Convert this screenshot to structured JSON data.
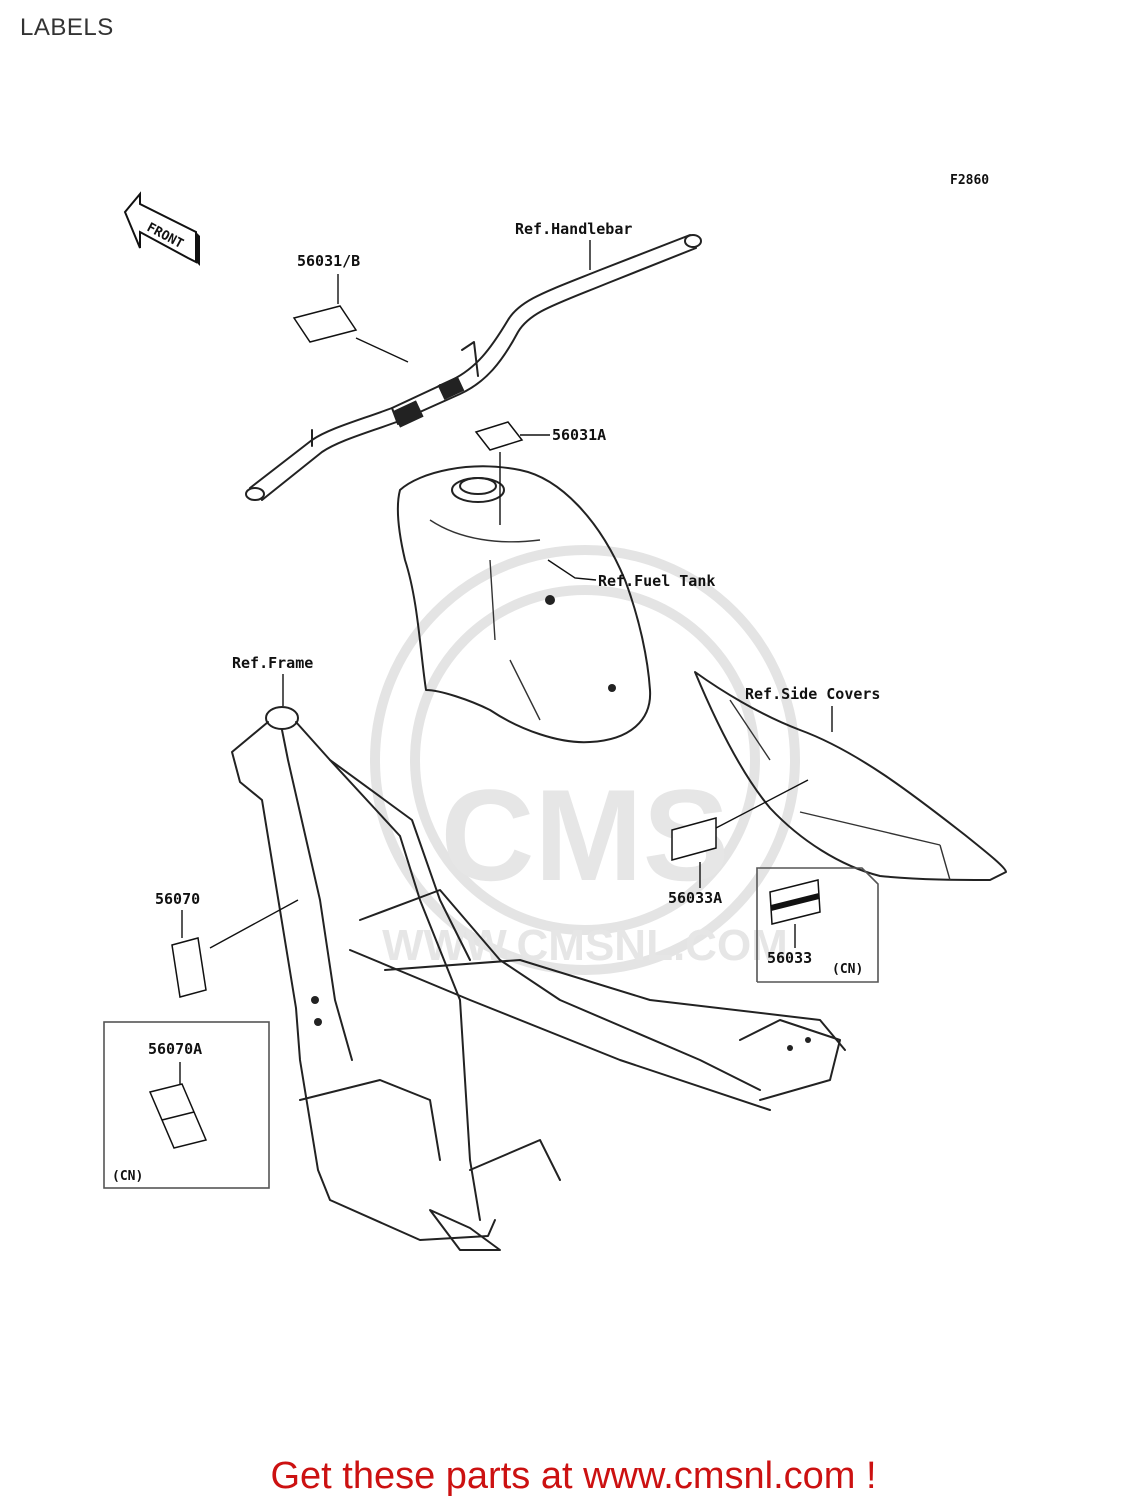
{
  "page": {
    "title": "LABELS"
  },
  "diagram": {
    "figure_code": "F2860",
    "front_marker": "FRONT",
    "watermark": {
      "mark": "CMS",
      "site": "WWW.CMSNL.COM"
    },
    "callouts": [
      {
        "part_number": "56031/B"
      },
      {
        "part_number": "56031A"
      },
      {
        "part_number": "56033A"
      },
      {
        "part_number": "56033",
        "note": "(CN)"
      },
      {
        "part_number": "56070"
      },
      {
        "part_number": "56070A",
        "note": "(CN)"
      }
    ],
    "references": [
      {
        "label": "Ref.Handlebar"
      },
      {
        "label": "Ref.Fuel Tank"
      },
      {
        "label": "Ref.Frame"
      },
      {
        "label": "Ref.Side Covers"
      }
    ]
  },
  "footer": {
    "cta": "Get these parts at www.cmsnl.com !"
  },
  "colors": {
    "cta": "#cc1111",
    "line": "#222222",
    "watermark": "#e4e4e4"
  }
}
